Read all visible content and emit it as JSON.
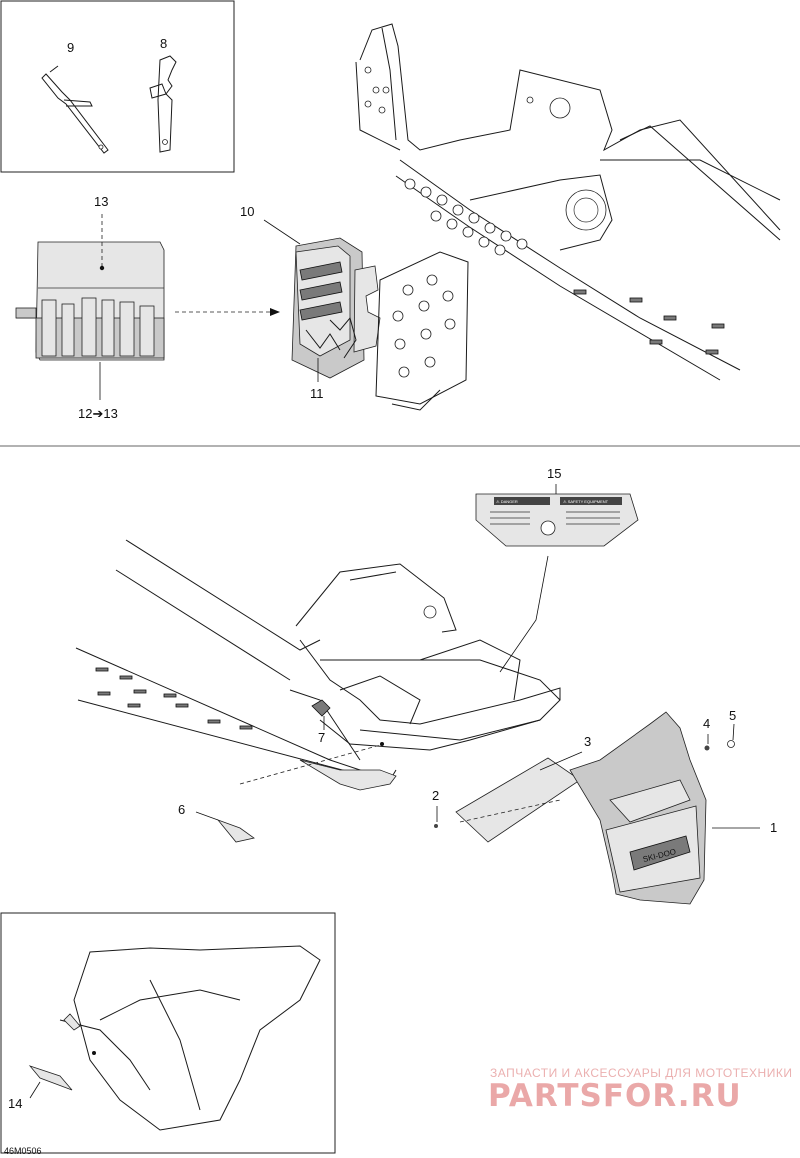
{
  "callouts": {
    "c1": "1",
    "c2": "2",
    "c3": "3",
    "c4": "4",
    "c5": "5",
    "c6": "6",
    "c7": "7",
    "c8": "8",
    "c9": "9",
    "c10": "10",
    "c11": "11",
    "c12_13": "12➔13",
    "c13": "13",
    "c14": "14",
    "c15": "15"
  },
  "drawing_code": "46M0506",
  "emblem": "SKI-DOO",
  "label_sticker": {
    "header_left": "⚠ DANGER",
    "header_right": "⚠ SAFETY EQUIPMENT"
  },
  "watermark": {
    "line1": "ЗАПЧАСТИ И АКСЕССУАРЫ ДЛЯ МОТОТЕХНИКИ",
    "line2": "PARTSFOR.RU"
  }
}
